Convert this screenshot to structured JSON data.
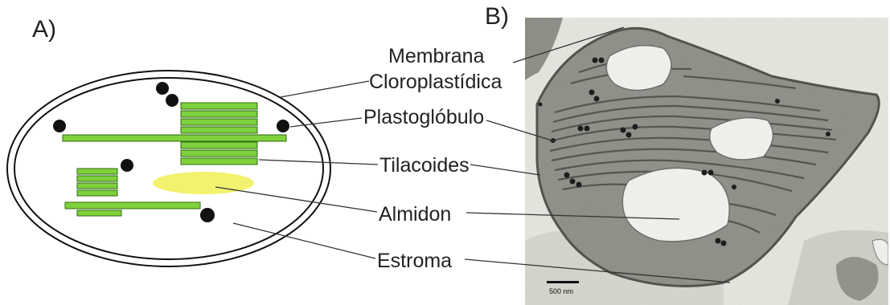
{
  "panel_a_label": "A)",
  "panel_b_label": "B)",
  "labels": {
    "membrana_line1": "Membrana",
    "membrana_line2": "Cloroplastídica",
    "plastoglobulo": "Plastoglóbulo",
    "tilacoides": "Tilacoides",
    "almidon": "Almidon",
    "estroma": "Estroma"
  },
  "scale_bar": "500 nm",
  "colors": {
    "thylakoid": "#7fd13b",
    "thylakoid_stroke": "#2f6b12",
    "starch": "#f2f26e",
    "plastoglobule": "#111111",
    "micrograph_bg": "#e7e7e0"
  }
}
